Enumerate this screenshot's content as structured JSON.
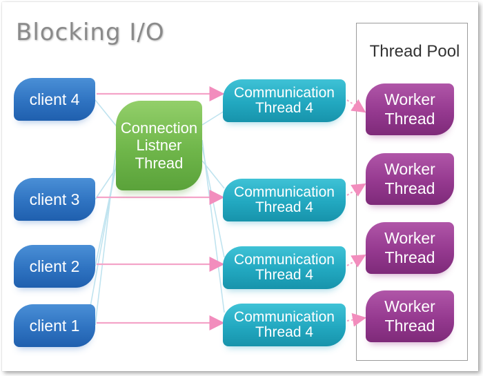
{
  "title": "Blocking I/O",
  "thread_pool_label": "Thread Pool",
  "clients": [
    {
      "label": "client 4"
    },
    {
      "label": "client 3"
    },
    {
      "label": "client 2"
    },
    {
      "label": "client 1"
    }
  ],
  "connection_thread": {
    "label": "Connection\nListner\nThread"
  },
  "communication_threads": [
    {
      "label": "Communication\nThread 4"
    },
    {
      "label": "Communication\nThread 4"
    },
    {
      "label": "Communication\nThread 4"
    },
    {
      "label": "Communication\nThread 4"
    }
  ],
  "workers": [
    {
      "label": "Worker\nThread"
    },
    {
      "label": "Worker\nThread"
    },
    {
      "label": "Worker\nThread"
    },
    {
      "label": "Worker\nThread"
    }
  ],
  "colors": {
    "client": "#2f73c1",
    "connection": "#6fb64a",
    "communication": "#22a8c0",
    "worker": "#95398f",
    "arrow": "#f4a3c8",
    "link": "#bfe3ef"
  }
}
